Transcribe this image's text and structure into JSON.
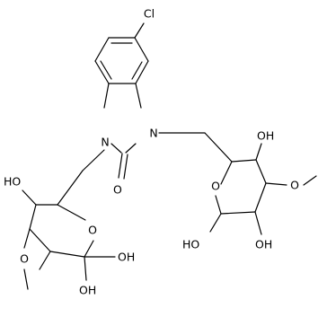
{
  "structure": {
    "atoms": {
      "cl": "Cl",
      "n1": "N",
      "n3": "N",
      "carbonyl_o": "O",
      "ring_o_right": "O",
      "ring_o_left": "O",
      "oh_right_top": "OH",
      "o_methoxy_right": "O",
      "oh_right_bottom": "OH",
      "ho_right_anomeric": "HO",
      "ho_left_top": "HO",
      "o_methoxy_left": "O",
      "oh_left_anomeric": "OH",
      "oh_left_bottom": "OH"
    }
  },
  "colors": {
    "bond": "#000000",
    "label": "#000000",
    "background": "#ffffff"
  }
}
